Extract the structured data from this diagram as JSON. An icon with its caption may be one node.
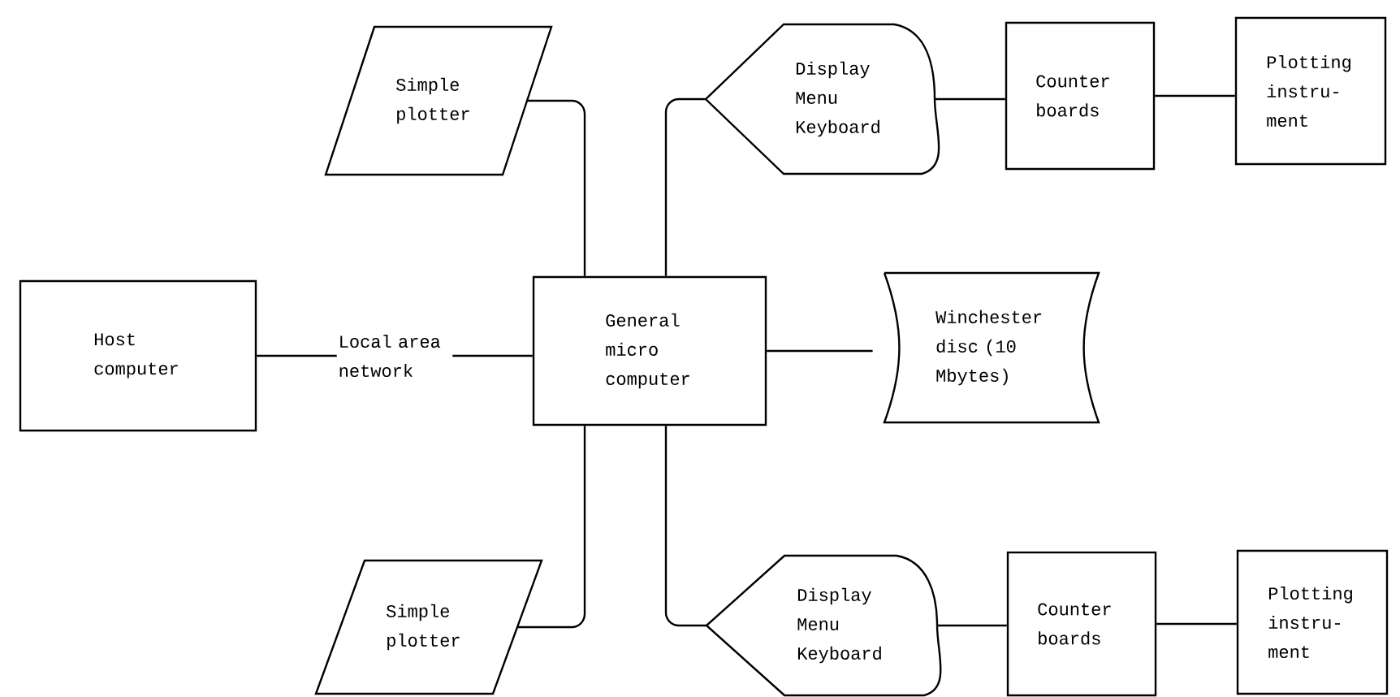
{
  "diagram": {
    "nodes": [
      {
        "text": [
          "Simple plotter"
        ]
      },
      {
        "text": [
          "Display Menu Keyboard"
        ]
      },
      {
        "text": [
          "Counter boards"
        ]
      },
      {
        "text": [
          "Plotting instru-ment"
        ]
      },
      {
        "text": [
          "Host computer"
        ]
      },
      {
        "text": [
          "General micro computer"
        ]
      },
      {
        "text": [
          "Winchester disc (10 Mbytes)"
        ]
      },
      {
        "text": [
          "Simple plotter"
        ]
      },
      {
        "text": [
          "Display Menu Keyboard"
        ]
      },
      {
        "text": [
          "Counter boards"
        ]
      },
      {
        "text": [
          "Plotting instru-ment"
        ]
      }
    ],
    "edges": [
      {
        "from": 4,
        "to": 5,
        "arrow": "none",
        "label": "Local area network"
      },
      {
        "from": 5,
        "to": 0,
        "arrow": "none"
      },
      {
        "from": 5,
        "to": 1,
        "arrow": "none"
      },
      {
        "from": 1,
        "to": 2,
        "arrow": "none"
      },
      {
        "from": 2,
        "to": 3,
        "arrow": "none"
      },
      {
        "from": 5,
        "to": 6,
        "arrow": "none"
      },
      {
        "from": 5,
        "to": 7,
        "arrow": "none"
      },
      {
        "from": 5,
        "to": 8,
        "arrow": "none"
      },
      {
        "from": 8,
        "to": 9,
        "arrow": "none"
      },
      {
        "from": 9,
        "to": 10,
        "arrow": "none"
      }
    ]
  }
}
